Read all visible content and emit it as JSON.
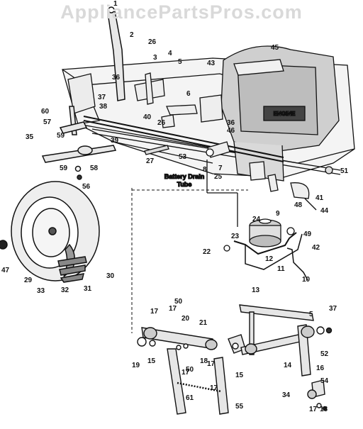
{
  "watermark": "AppliancePartsPros.com",
  "labels": {
    "engine": "ENGINE",
    "battery_drain_line1": "Battery Drain",
    "battery_drain_line2": "Tube"
  },
  "callouts": [
    "1",
    "2",
    "26",
    "3",
    "4",
    "5",
    "43",
    "45",
    "36",
    "37",
    "38",
    "40",
    "6",
    "60",
    "57",
    "59",
    "35",
    "39",
    "26",
    "53",
    "27",
    "36",
    "46",
    "7",
    "8",
    "25",
    "51",
    "41",
    "44",
    "48",
    "9",
    "24",
    "49",
    "23",
    "42",
    "22",
    "12",
    "11",
    "10",
    "13",
    "56",
    "58",
    "59",
    "47",
    "29",
    "33",
    "32",
    "31",
    "30",
    "50",
    "17",
    "20",
    "21",
    "17",
    "15",
    "19",
    "18",
    "50",
    "17",
    "15",
    "14",
    "5",
    "37",
    "52",
    "16",
    "54",
    "34",
    "17",
    "18",
    "61",
    "55",
    "17",
    "17"
  ]
}
